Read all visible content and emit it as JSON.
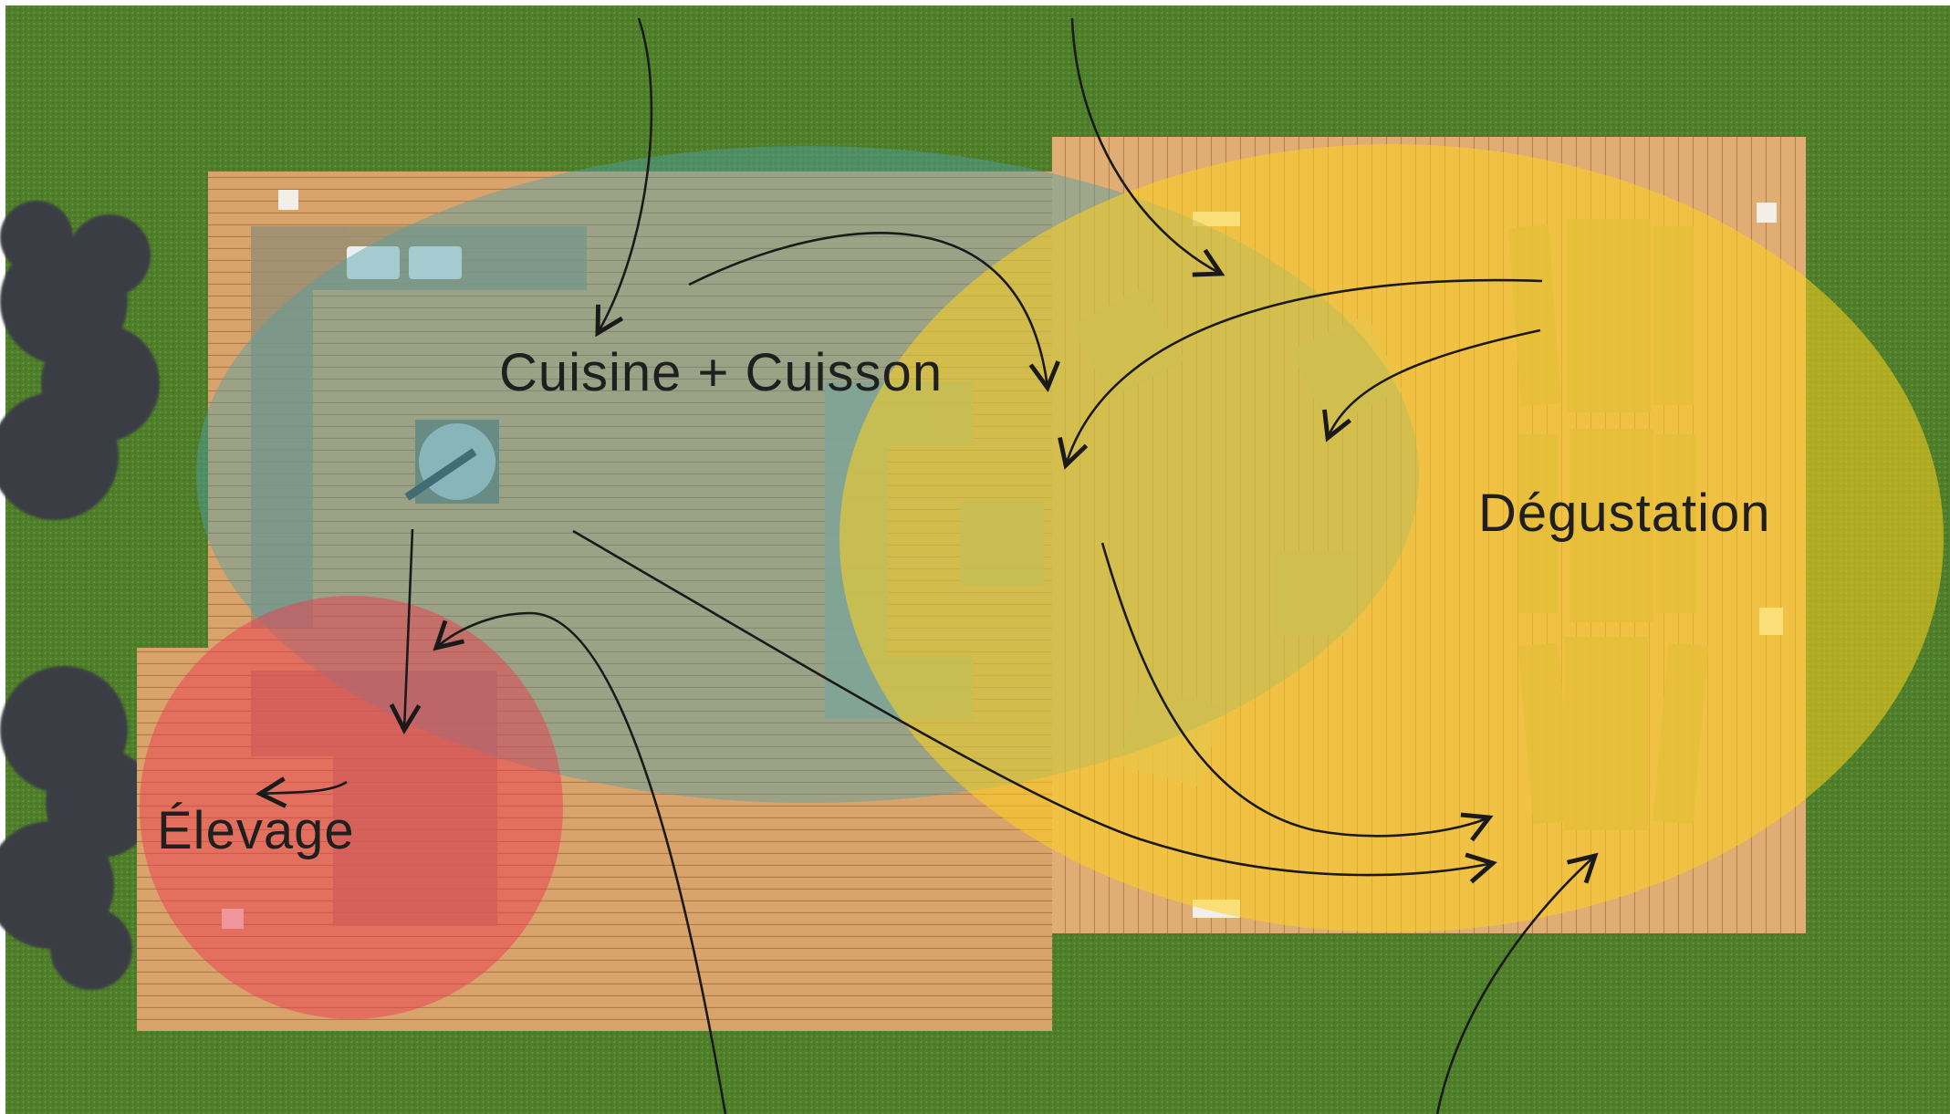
{
  "zones": [
    {
      "id": "cuisine",
      "label": "Cuisine + Cuisson",
      "color": "#4f9fa6"
    },
    {
      "id": "degustation",
      "label": "Dégustation",
      "color": "#ffd21e"
    },
    {
      "id": "elevage",
      "label": "Élevage",
      "color": "#ee3b50"
    }
  ],
  "colors": {
    "grass": "#4f7f2a",
    "grass_light": "#6a9a35",
    "deck": "#d8a26a",
    "deck_line": "#b98550",
    "furniture": "#8aa79a",
    "tree": "#3a3c44",
    "arrow": "#1a1a1a"
  },
  "icons": [
    "tree-icon",
    "grill-icon",
    "sink-icon"
  ]
}
